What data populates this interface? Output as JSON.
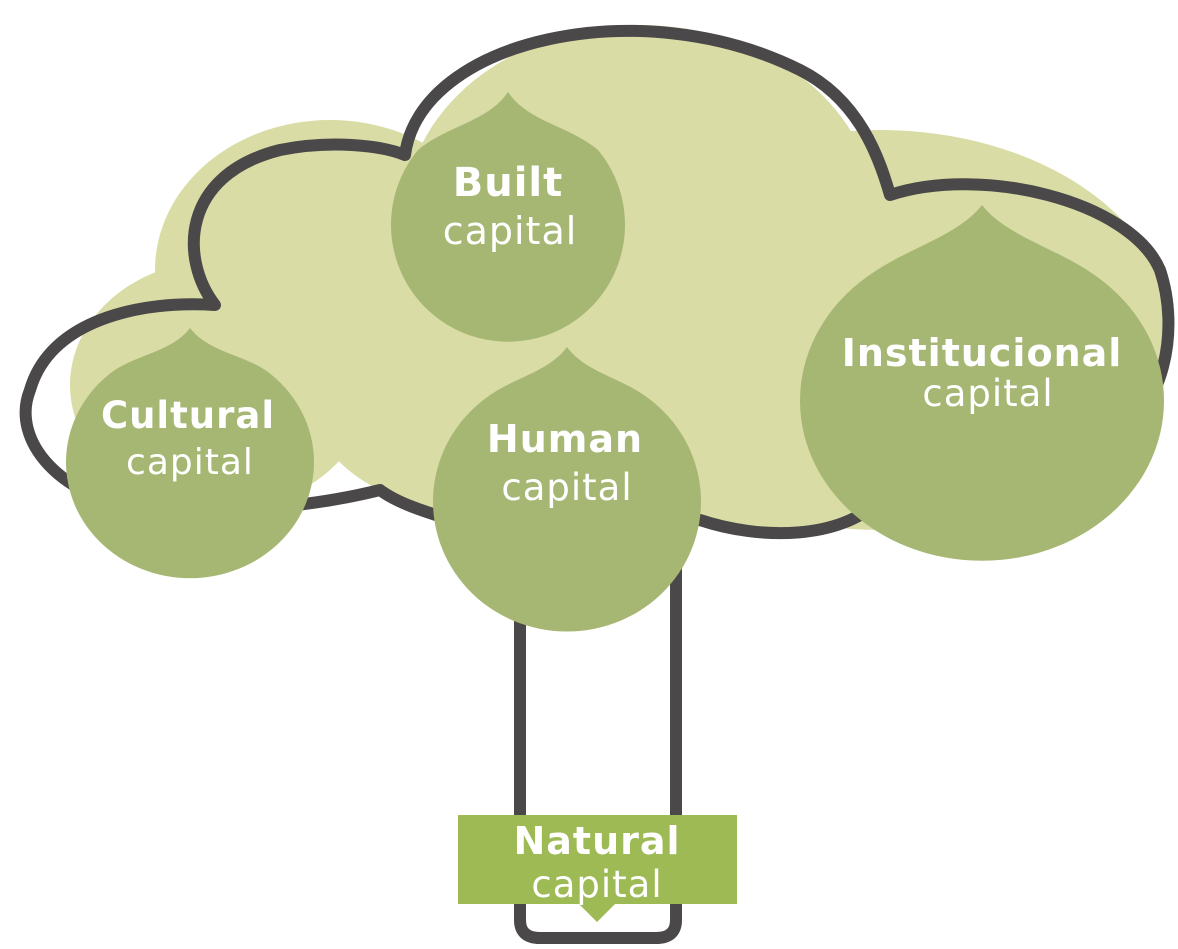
{
  "diagram": {
    "nodes": [
      {
        "id": "built",
        "bold": "Built",
        "regular": "capital"
      },
      {
        "id": "cultural",
        "bold": "Cultural",
        "regular": "capital"
      },
      {
        "id": "human",
        "bold": "Human",
        "regular": "capital"
      },
      {
        "id": "institutional",
        "bold": "Institucional",
        "regular": "capital"
      },
      {
        "id": "natural",
        "bold": "Natural",
        "regular": "capital"
      }
    ]
  },
  "colors": {
    "crown_fill": "#d9dca4",
    "drop_fill": "#a6b774",
    "natural_box": "#9dba55",
    "outline": "#4a4849",
    "text": "#ffffff"
  }
}
